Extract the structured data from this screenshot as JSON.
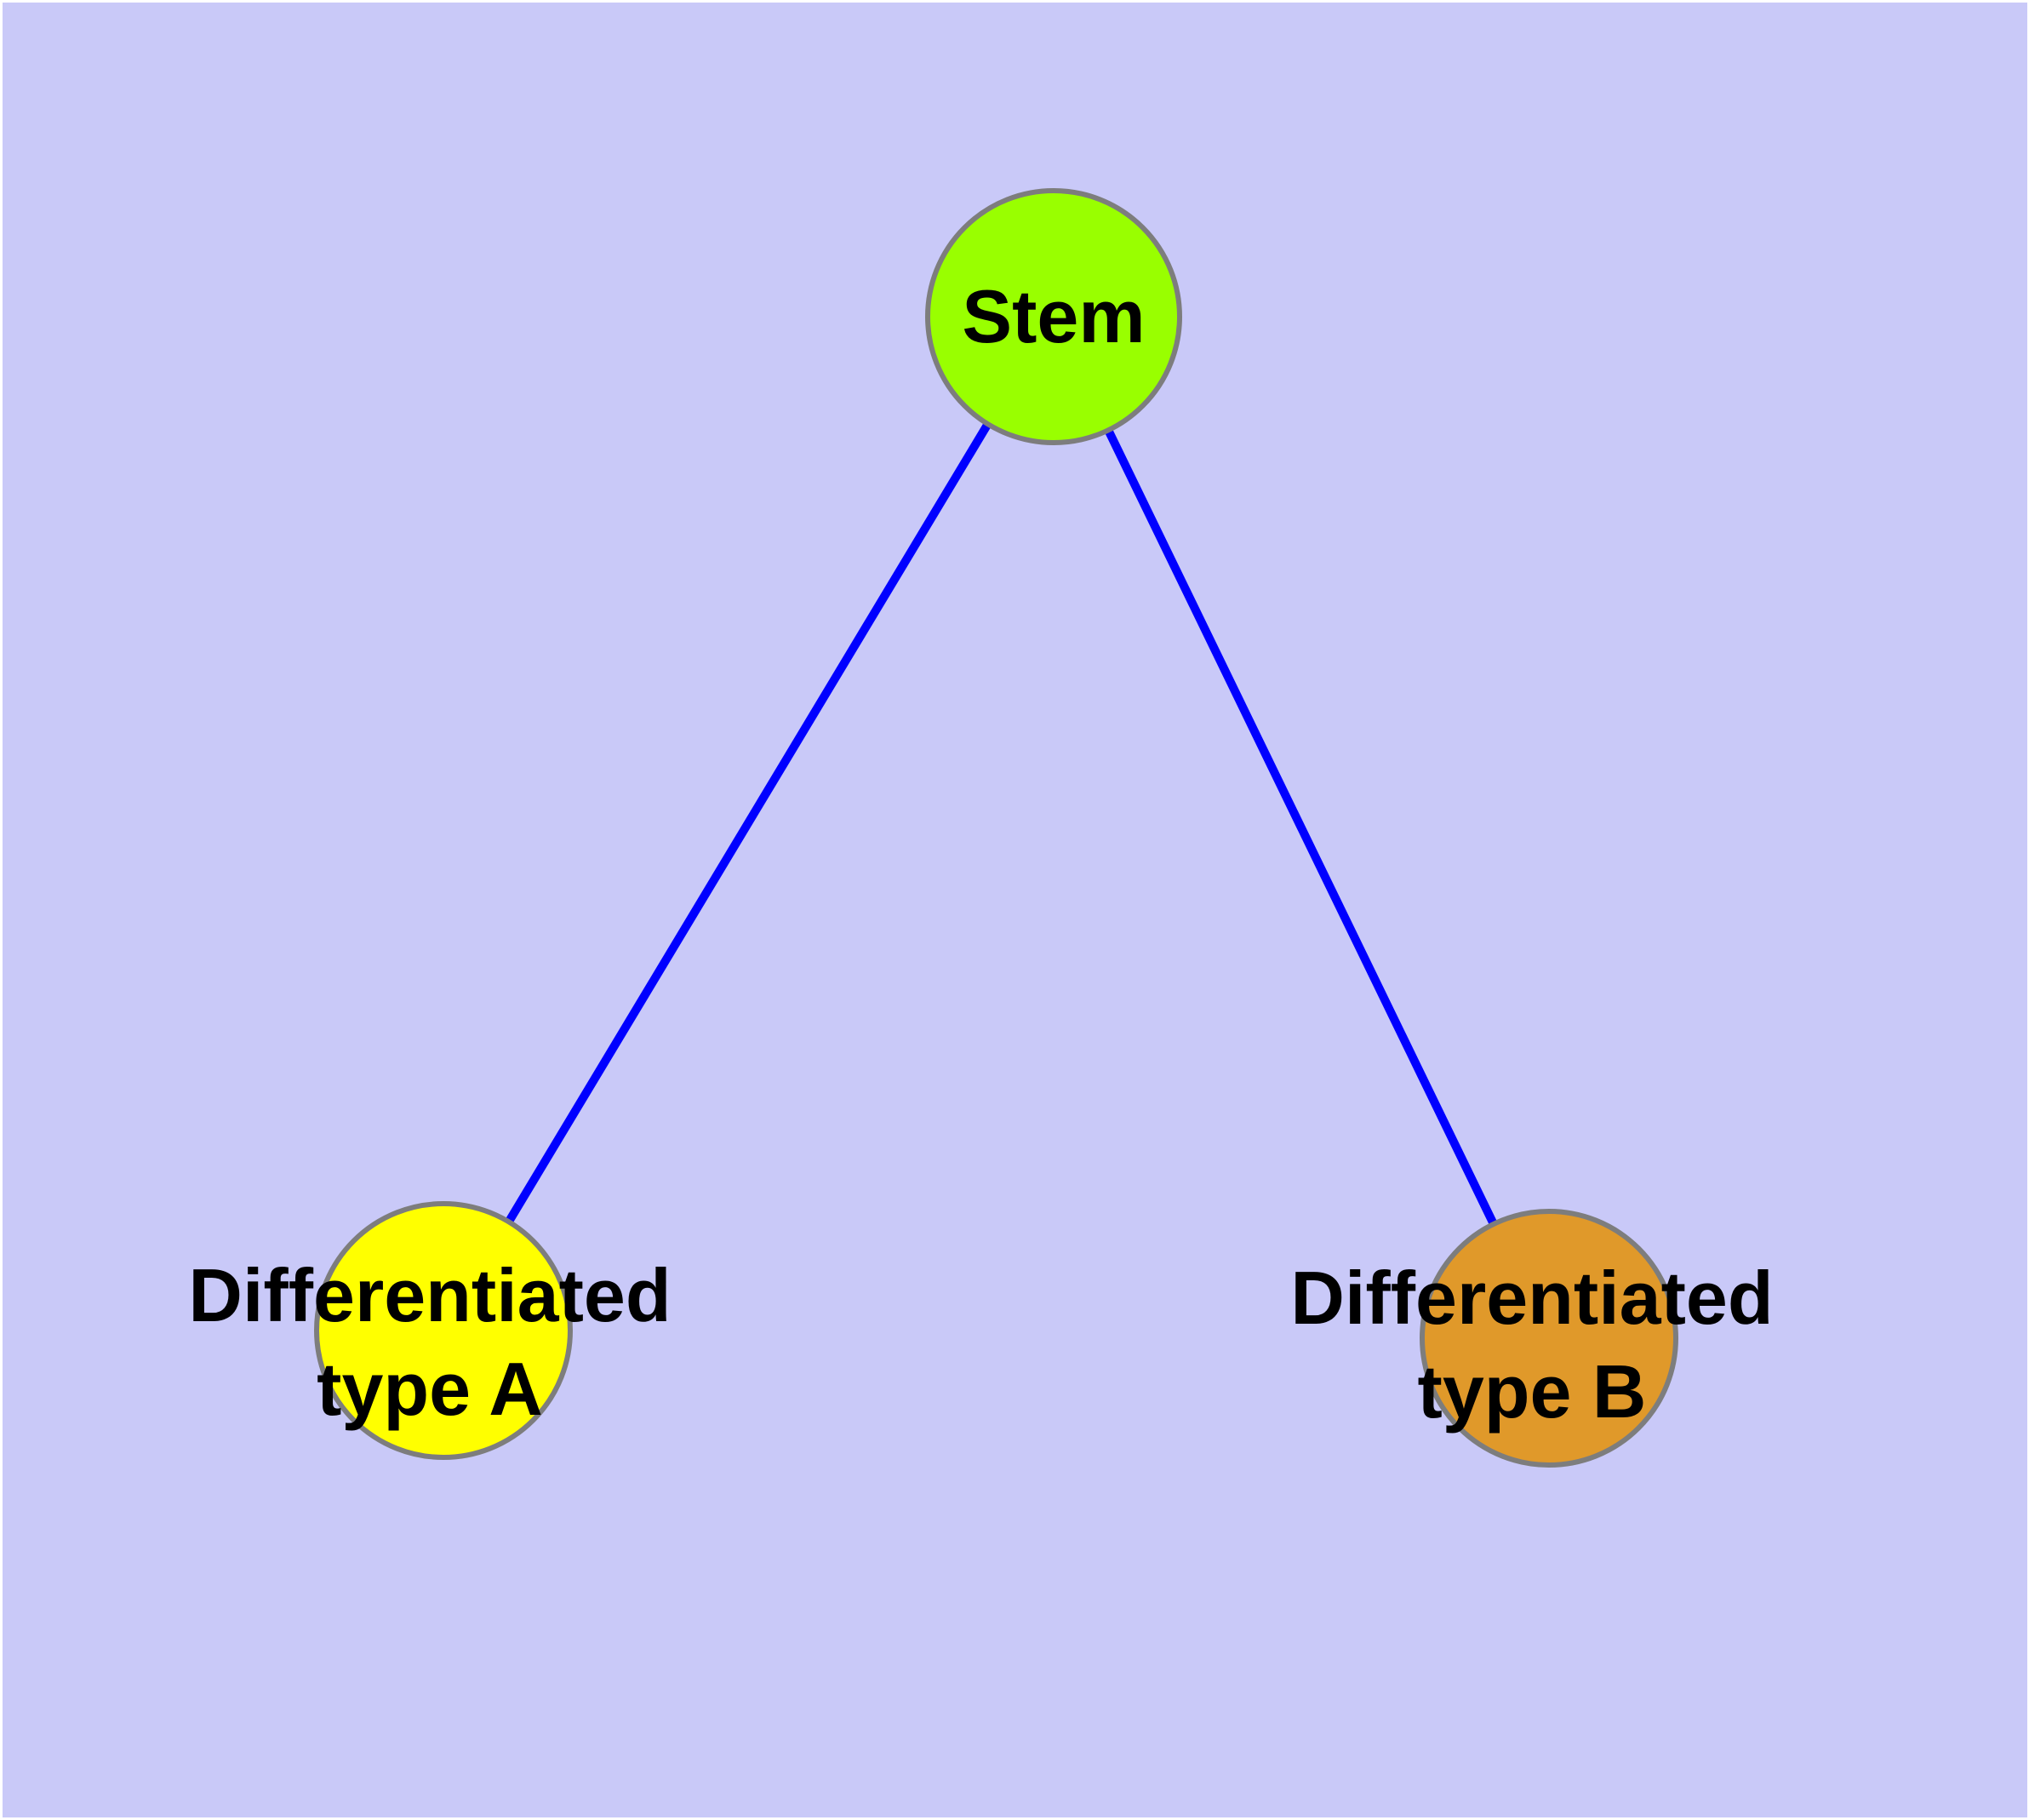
{
  "diagram": {
    "type": "node-link-graph",
    "background_color": "#c9c9f8",
    "edge_color": "#0000ff",
    "node_border_color": "#7d7d7d",
    "label_color": "#000000",
    "nodes": [
      {
        "id": "stem",
        "fill": "#99ff00",
        "lines": [
          "Stem"
        ],
        "label": "Stem"
      },
      {
        "id": "differentiated-type-a",
        "fill": "#ffff00",
        "lines": [
          "Differentiated",
          "type A"
        ],
        "label": "Differentiated type A"
      },
      {
        "id": "differentiated-type-b",
        "fill": "#e0992a",
        "lines": [
          "Differentiated",
          "type B"
        ],
        "label": "Differentiated type B"
      }
    ],
    "edges": [
      {
        "from": "Stem",
        "to": "Differentiated type A"
      },
      {
        "from": "Stem",
        "to": "Differentiated type B"
      }
    ]
  }
}
